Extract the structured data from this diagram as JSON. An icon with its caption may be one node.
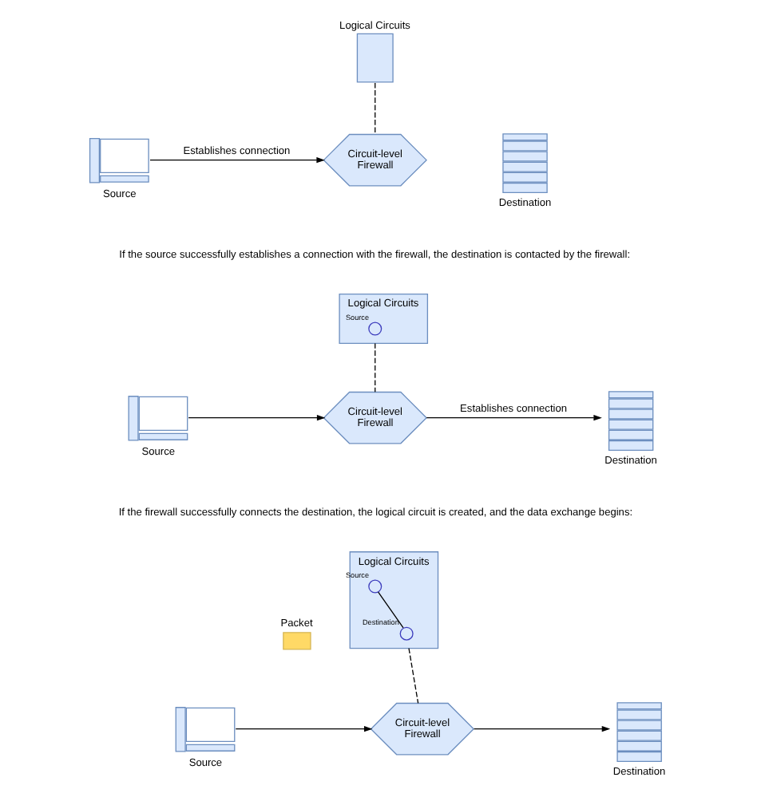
{
  "diagram": {
    "nodes": [
      {
        "text": [
          "Logical Circuits"
        ]
      },
      {
        "text": [
          "Source"
        ]
      },
      {
        "text": [
          "Circuit-level Firewall"
        ]
      },
      {
        "text": [
          "Destination"
        ]
      },
      {
        "text": [
          "Logical Circuits"
        ]
      },
      {
        "text": [],
        "shape": "circle",
        "in": 4,
        "beside": [
          "Source"
        ]
      },
      {
        "text": [
          "Source"
        ]
      },
      {
        "text": [
          "Circuit-level Firewall"
        ]
      },
      {
        "text": [
          "Destination"
        ]
      },
      {
        "text": [
          "Logical Circuits"
        ]
      },
      {
        "text": [],
        "shape": "circle",
        "in": 9,
        "beside": [
          "Source"
        ]
      },
      {
        "text": [],
        "shape": "circle",
        "in": 9,
        "beside": [
          "Destination"
        ]
      },
      {
        "text": [
          "Packet"
        ]
      },
      {
        "text": [
          "Source"
        ]
      },
      {
        "text": [
          "Circuit-level Firewall"
        ]
      },
      {
        "text": [
          "Destination"
        ]
      }
    ],
    "edges": [
      {
        "from": 1,
        "to": 2,
        "arrow": "to",
        "label": "Establishes connection"
      },
      {
        "from": 0,
        "to": 2,
        "arrow": "none",
        "style": "dashed"
      },
      {
        "from": 6,
        "to": 7,
        "arrow": "to"
      },
      {
        "from": 4,
        "to": 7,
        "arrow": "none",
        "style": "dashed"
      },
      {
        "from": 7,
        "to": 8,
        "arrow": "to",
        "label": "Establishes connection"
      },
      {
        "from": 10,
        "to": 11,
        "arrow": "none"
      },
      {
        "from": 13,
        "to": 14,
        "arrow": "to"
      },
      {
        "from": 9,
        "to": 14,
        "arrow": "none",
        "style": "dashed"
      },
      {
        "from": 14,
        "to": 15,
        "arrow": "to"
      }
    ],
    "labels": [
      "If the source successfully establishes a connection with the firewall, the destination is contacted by the firewall:",
      "If the firewall successfully connects the destination, the logical circuit is created, and the data exchange begins:"
    ]
  }
}
